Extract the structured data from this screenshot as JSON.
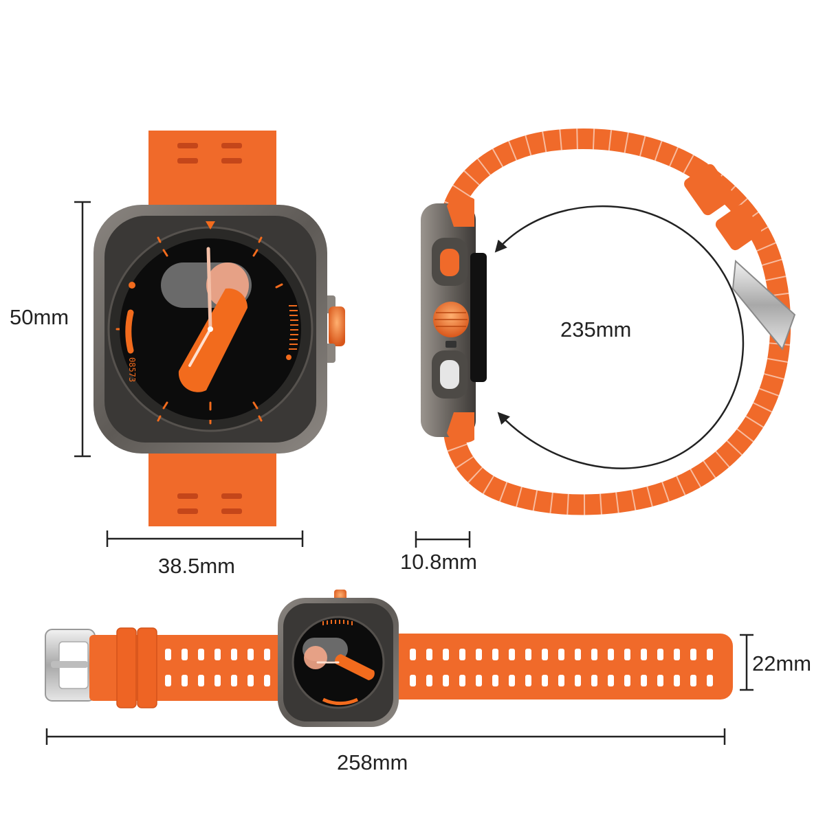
{
  "dimensions": {
    "height": "50mm",
    "width": "38.5mm",
    "thickness": "10.8mm",
    "circumference": "235mm",
    "band_width": "22mm",
    "total_length": "258mm"
  },
  "watch_face": {
    "step_count": "08573"
  },
  "colors": {
    "strap": "#f06a2a",
    "strap_dark": "#c4461a",
    "case": "#6e6a66",
    "bezel": "#3a3836",
    "screen": "#0c0c0c",
    "accent": "#f26b1d",
    "dimension_line": "#222222"
  }
}
